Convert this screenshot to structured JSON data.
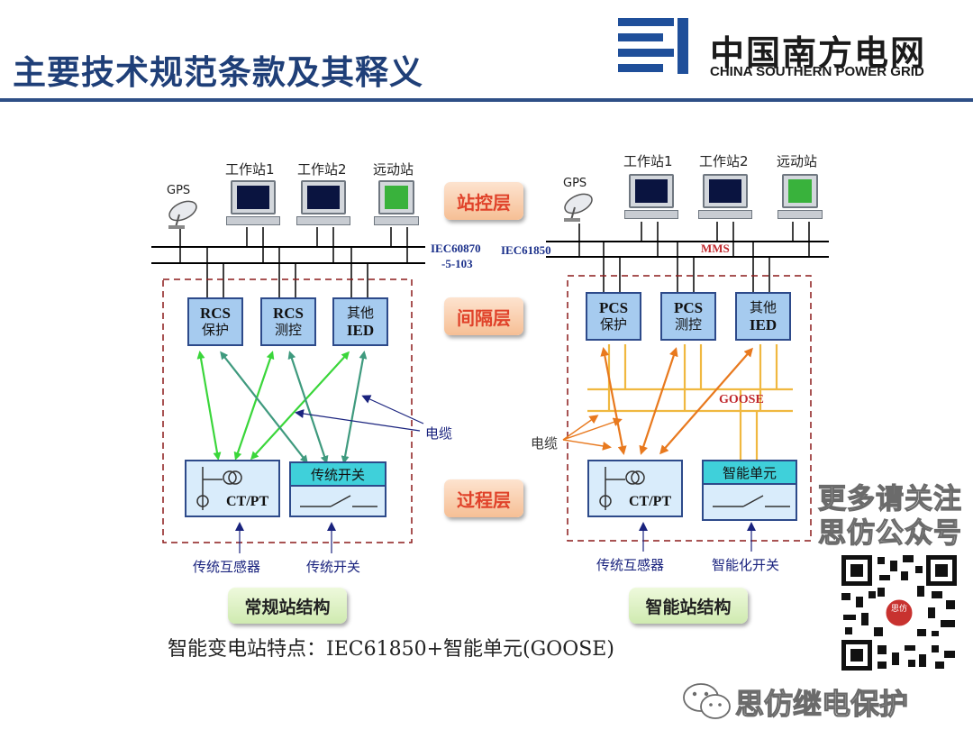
{
  "header": {
    "title": "主要技术规范条款及其释义",
    "logo_cn": "中国南方电网",
    "logo_en": "CHINA SOUTHERN POWER GRID",
    "brand_color": "#1f3f78"
  },
  "layers": {
    "station": "站控层",
    "bay": "间隔层",
    "process": "过程层"
  },
  "conventional": {
    "gps": "GPS",
    "ws1": "工作站1",
    "ws2": "工作站2",
    "remote": "远动站",
    "protocol_1": "IEC60870",
    "protocol_2": "-5-103",
    "ied1_a": "RCS",
    "ied1_b": "保护",
    "ied2_a": "RCS",
    "ied2_b": "测控",
    "ied3_a": "其他",
    "ied3_b": "IED",
    "ctpt": "CT/PT",
    "switch": "传统开关",
    "cable": "电缆",
    "sensor_label": "传统互感器",
    "switch_label": "传统开关",
    "caption": "常规站结构"
  },
  "smart": {
    "gps": "GPS",
    "ws1": "工作站1",
    "ws2": "工作站2",
    "remote": "远动站",
    "protocol": "IEC61850",
    "mms": "MMS",
    "ied1_a": "PCS",
    "ied1_b": "保护",
    "ied2_a": "PCS",
    "ied2_b": "测控",
    "ied3_a": "其他",
    "ied3_b": "IED",
    "goose": "GOOSE",
    "cable": "电缆",
    "ctpt": "CT/PT",
    "smart_unit": "智能单元",
    "sensor_label": "传统互感器",
    "switch_label": "智能化开关",
    "caption": "智能站结构"
  },
  "bottom_text": "智能变电站特点：IEC61850+智能单元(GOOSE)",
  "watermark": {
    "line1": "更多请关注",
    "line2": "思仿公众号",
    "qr_badge": "思仿",
    "footer": "思仿继电保护"
  },
  "colors": {
    "green_arrow": "#3ad63a",
    "teal_arrow": "#3f9a7e",
    "orange": "#f08a2a",
    "navy": "#1a237e",
    "goose_bus": "#f0b840"
  }
}
